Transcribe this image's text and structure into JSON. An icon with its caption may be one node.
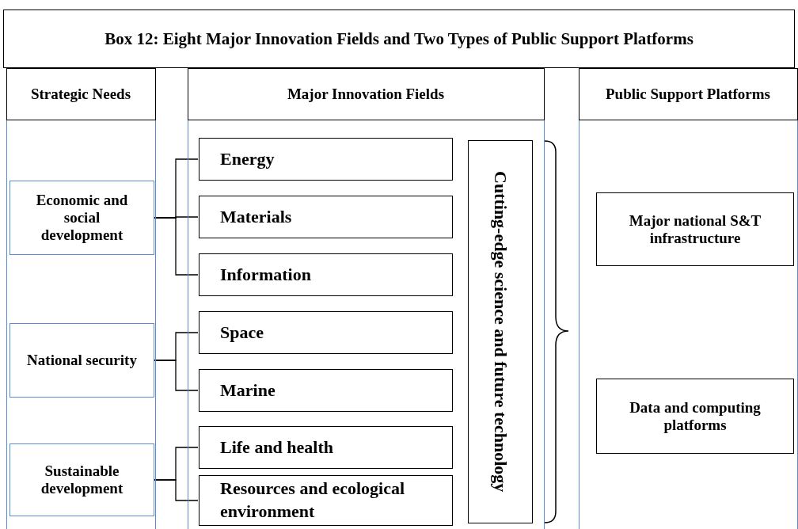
{
  "diagram": {
    "title": "Box 12: Eight Major Innovation Fields and Two Types of Public Support Platforms",
    "nodes": [
      {
        "text": [
          "Strategic Needs"
        ]
      },
      {
        "text": [
          "Economic and social development"
        ],
        "in": 0
      },
      {
        "text": [
          "National security"
        ],
        "in": 0
      },
      {
        "text": [
          "Sustainable development"
        ],
        "in": 0
      },
      {
        "text": [
          "Major Innovation Fields"
        ]
      },
      {
        "text": [
          "Energy"
        ],
        "in": 4
      },
      {
        "text": [
          "Materials"
        ],
        "in": 4
      },
      {
        "text": [
          "Information"
        ],
        "in": 4
      },
      {
        "text": [
          "Space"
        ],
        "in": 4
      },
      {
        "text": [
          "Marine"
        ],
        "in": 4
      },
      {
        "text": [
          "Life and health"
        ],
        "in": 4
      },
      {
        "text": [
          "Resources and ecological environment"
        ],
        "in": 4
      },
      {
        "text": [
          "Cutting-edge science and future technology"
        ],
        "in": 4
      },
      {
        "text": [
          "Public Support Platforms"
        ]
      },
      {
        "text": [
          "Major national S&T infrastructure"
        ],
        "in": 13
      },
      {
        "text": [
          "Data and computing platforms"
        ],
        "in": 13
      }
    ],
    "edges": [
      {
        "from": 1,
        "to": 5,
        "arrow": "none"
      },
      {
        "from": 1,
        "to": 6,
        "arrow": "none"
      },
      {
        "from": 1,
        "to": 7,
        "arrow": "none"
      },
      {
        "from": 2,
        "to": 8,
        "arrow": "none"
      },
      {
        "from": 2,
        "to": 9,
        "arrow": "none"
      },
      {
        "from": 3,
        "to": 10,
        "arrow": "none"
      },
      {
        "from": 3,
        "to": 11,
        "arrow": "none"
      }
    ]
  }
}
